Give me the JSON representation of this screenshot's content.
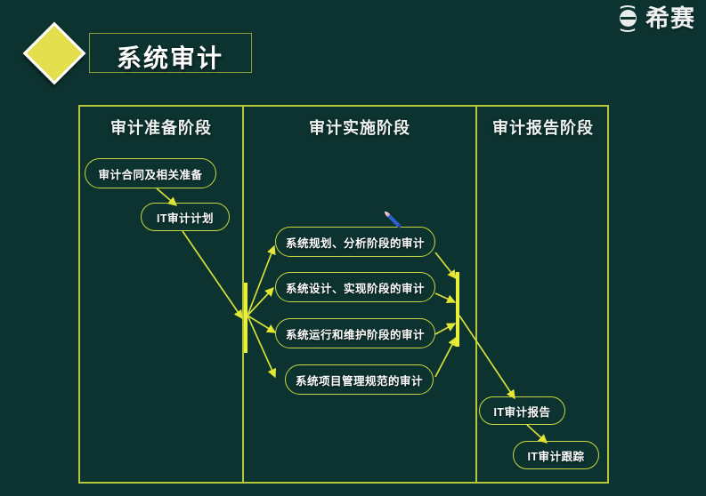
{
  "slide": {
    "background_color": "#0c3330",
    "accent_color": "#c9d93f",
    "title": "系统审计",
    "brand": {
      "logo_text": "希赛",
      "logo_icon": "circle-in-parentheses-icon"
    }
  },
  "diagram": {
    "columns": [
      {
        "id": "prepare",
        "header": "审计准备阶段"
      },
      {
        "id": "implement",
        "header": "审计实施阶段"
      },
      {
        "id": "report",
        "header": "审计报告阶段"
      }
    ],
    "nodes": [
      {
        "id": "n1",
        "column": "prepare",
        "label": "审计合同及相关准备"
      },
      {
        "id": "n2",
        "column": "prepare",
        "label": "IT审计计划"
      },
      {
        "id": "n3",
        "column": "implement",
        "label": "系统规划、分析阶段的审计"
      },
      {
        "id": "n4",
        "column": "implement",
        "label": "系统设计、实现阶段的审计"
      },
      {
        "id": "n5",
        "column": "implement",
        "label": "系统运行和维护阶段的审计"
      },
      {
        "id": "n6",
        "column": "implement",
        "label": "系统项目管理规范的审计"
      },
      {
        "id": "n7",
        "column": "report",
        "label": "IT审计报告"
      },
      {
        "id": "n8",
        "column": "report",
        "label": "IT审计跟踪"
      }
    ],
    "connectors": [
      {
        "from": "n1",
        "to": "n2"
      },
      {
        "from": "n2",
        "to": "split-bar"
      },
      {
        "from": "split-bar",
        "to": "n3"
      },
      {
        "from": "split-bar",
        "to": "n4"
      },
      {
        "from": "split-bar",
        "to": "n5"
      },
      {
        "from": "split-bar",
        "to": "n6"
      },
      {
        "from": "n3",
        "to": "join-bar"
      },
      {
        "from": "n4",
        "to": "join-bar"
      },
      {
        "from": "n5",
        "to": "join-bar"
      },
      {
        "from": "n6",
        "to": "join-bar"
      },
      {
        "from": "join-bar",
        "to": "n7"
      },
      {
        "from": "n7",
        "to": "n8"
      }
    ]
  },
  "cursor": {
    "type": "pen-cursor"
  }
}
